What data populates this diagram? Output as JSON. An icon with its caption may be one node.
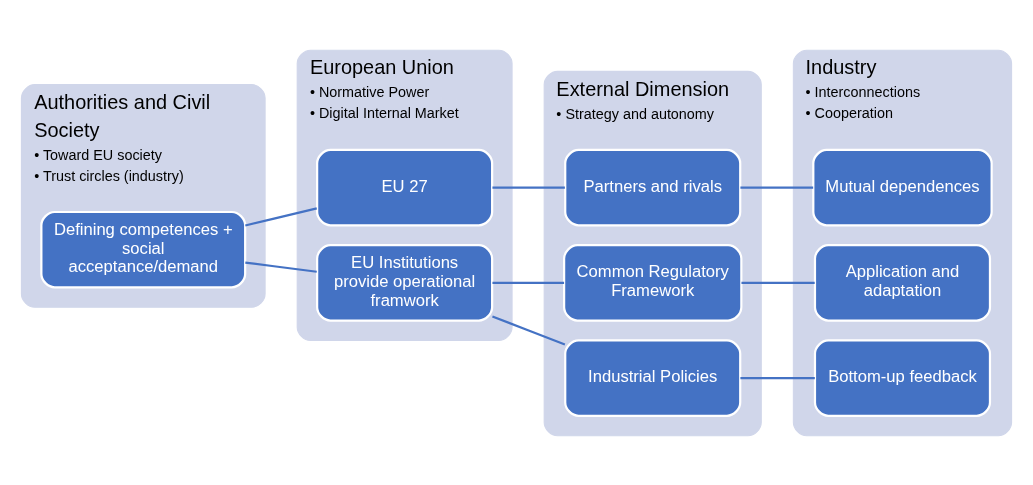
{
  "diagram": {
    "nodes": [
      {
        "text": [
          "Authorities and Civil Society",
          "• Toward EU society",
          "• Trust circles (industry)"
        ]
      },
      {
        "text": [
          "Defining competences + social acceptance/demand"
        ],
        "in": 0
      },
      {
        "text": [
          "European Union",
          "• Normative Power",
          "• Digital Internal Market"
        ]
      },
      {
        "text": [
          "EU 27"
        ],
        "in": 2
      },
      {
        "text": [
          "EU Institutions provide operational framwork"
        ],
        "in": 2
      },
      {
        "text": [
          "External Dimension",
          "• Strategy and autonomy"
        ]
      },
      {
        "text": [
          "Partners and rivals"
        ],
        "in": 5
      },
      {
        "text": [
          "Common Regulatory Framework"
        ],
        "in": 5
      },
      {
        "text": [
          "Industrial Policies"
        ],
        "in": 5
      },
      {
        "text": [
          "Industry",
          "• Interconnections",
          "• Cooperation"
        ]
      },
      {
        "text": [
          "Mutual dependences"
        ],
        "in": 9
      },
      {
        "text": [
          "Application and adaptation"
        ],
        "in": 9
      },
      {
        "text": [
          "Bottom-up feedback"
        ],
        "in": 9
      }
    ],
    "edges": [
      {
        "from": 1,
        "to": 3,
        "arrow": "none"
      },
      {
        "from": 1,
        "to": 4,
        "arrow": "none"
      },
      {
        "from": 3,
        "to": 6,
        "arrow": "none"
      },
      {
        "from": 4,
        "to": 7,
        "arrow": "none"
      },
      {
        "from": 4,
        "to": 8,
        "arrow": "none"
      },
      {
        "from": 6,
        "to": 10,
        "arrow": "none"
      },
      {
        "from": 7,
        "to": 11,
        "arrow": "none"
      },
      {
        "from": 8,
        "to": 12,
        "arrow": "none"
      }
    ]
  }
}
